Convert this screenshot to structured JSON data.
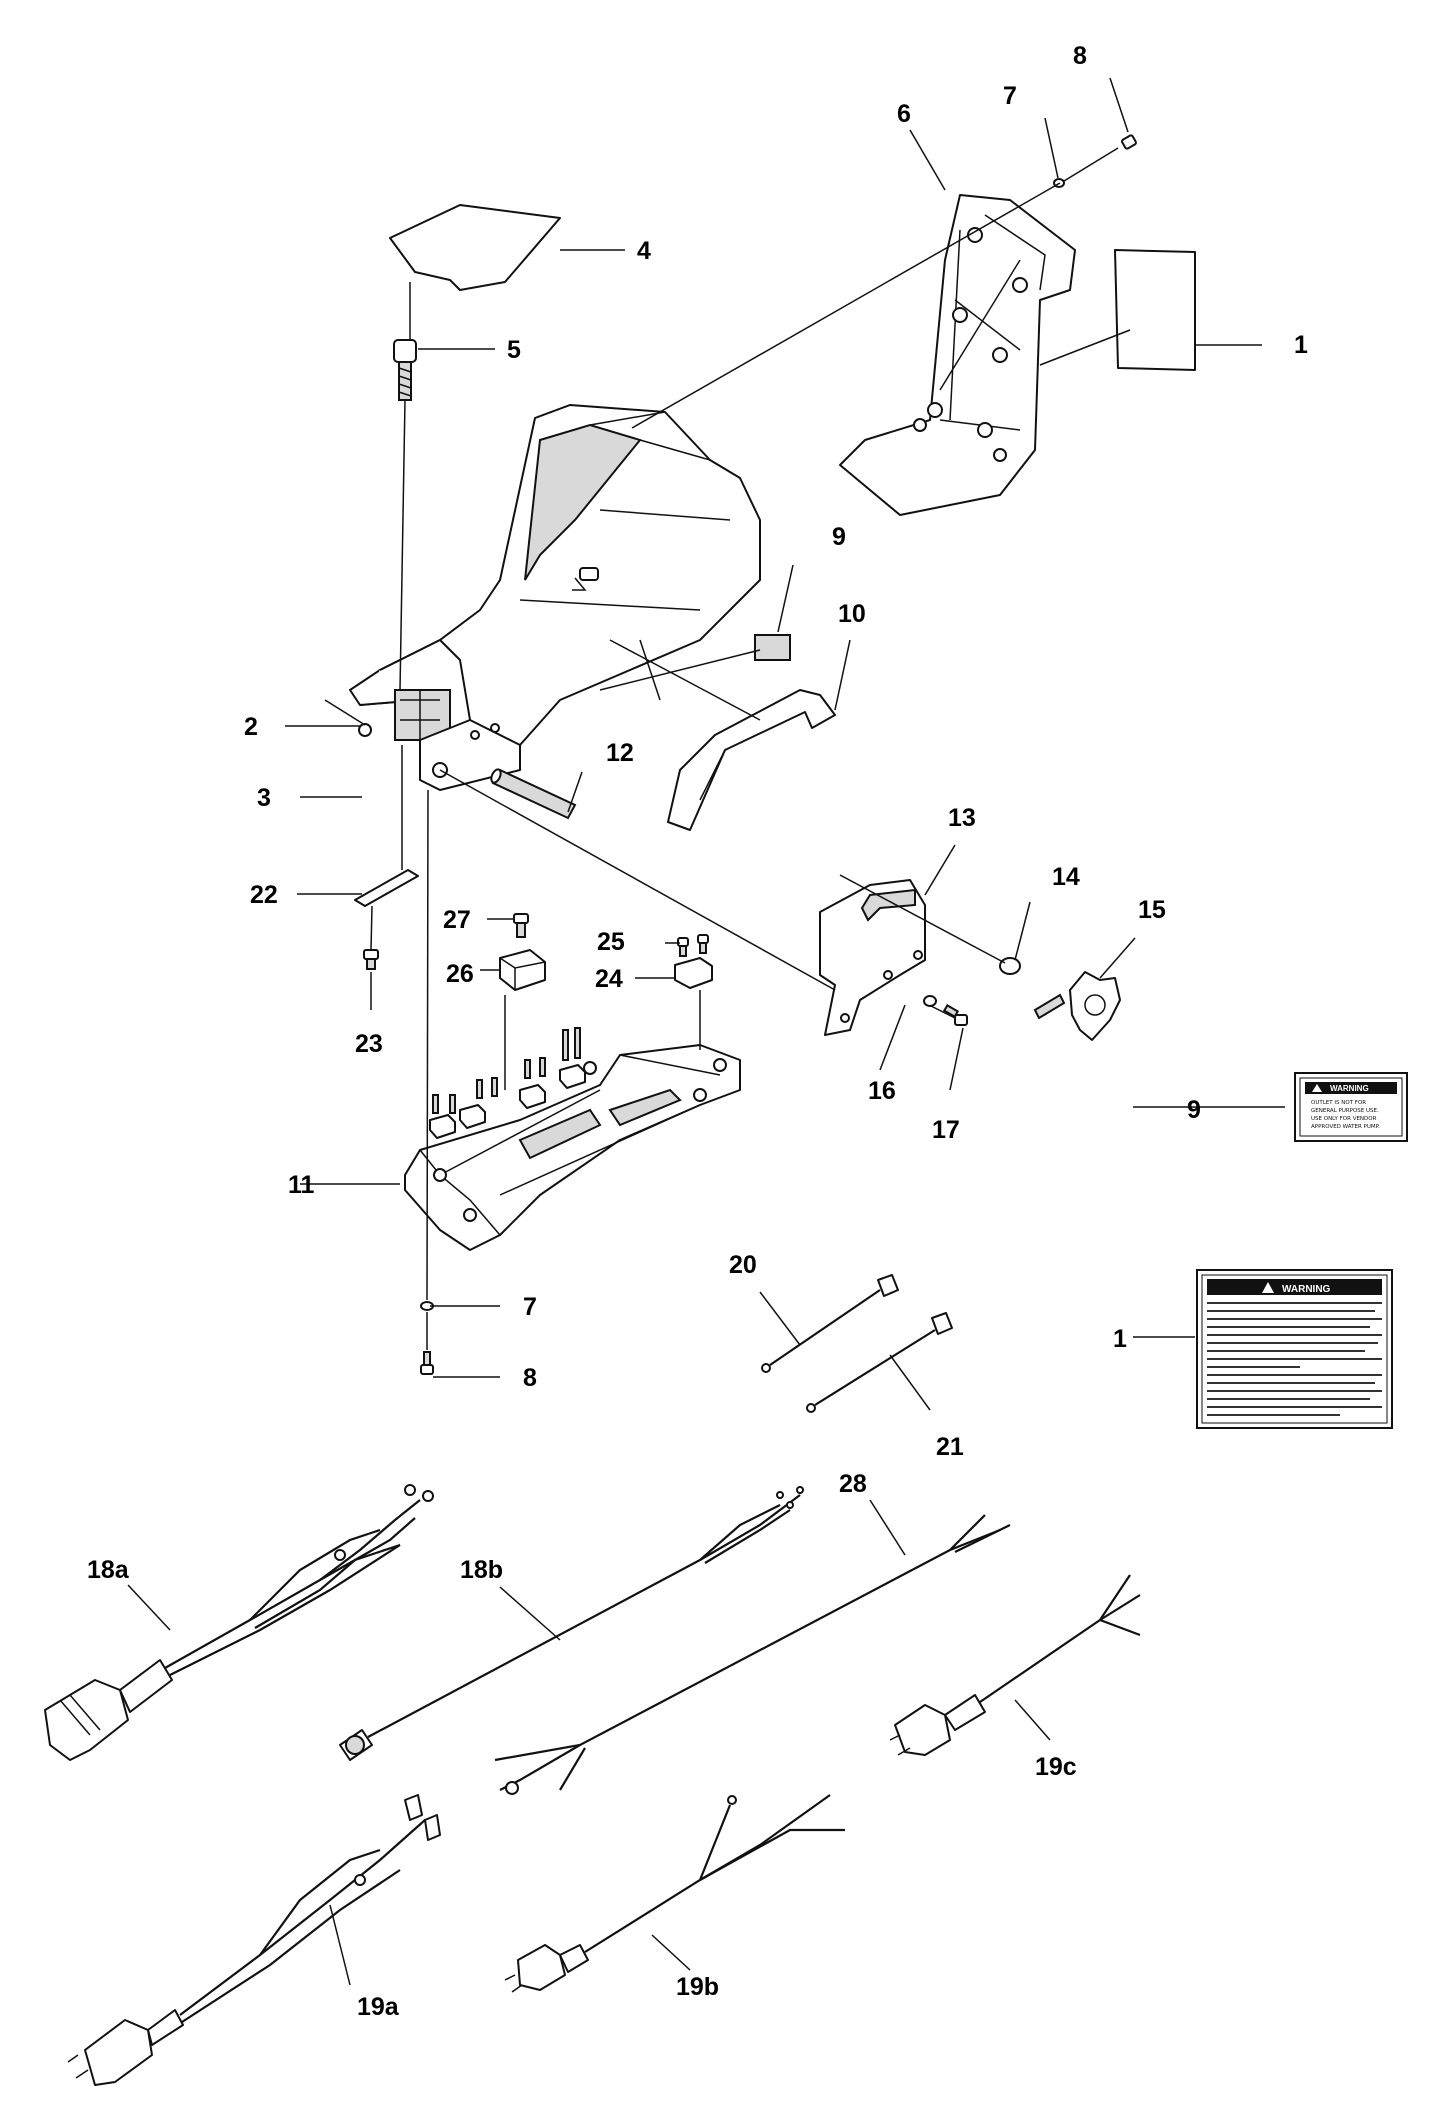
{
  "callouts": [
    "1",
    "2",
    "3",
    "4",
    "5",
    "6",
    "7",
    "8",
    "9",
    "10",
    "11",
    "12",
    "13",
    "14",
    "15",
    "16",
    "17",
    "20",
    "21",
    "22",
    "23",
    "24",
    "25",
    "26",
    "27",
    "28",
    "18a",
    "18b",
    "19a",
    "19b",
    "19c"
  ],
  "label_small": {
    "title": "WARNING",
    "lines": [
      "OUTLET IS NOT FOR",
      "GENERAL PURPOSE USE.",
      "USE ONLY FOR VENDOR",
      "APPROVED WATER PUMP."
    ]
  },
  "label_large": {
    "title": "WARNING"
  }
}
